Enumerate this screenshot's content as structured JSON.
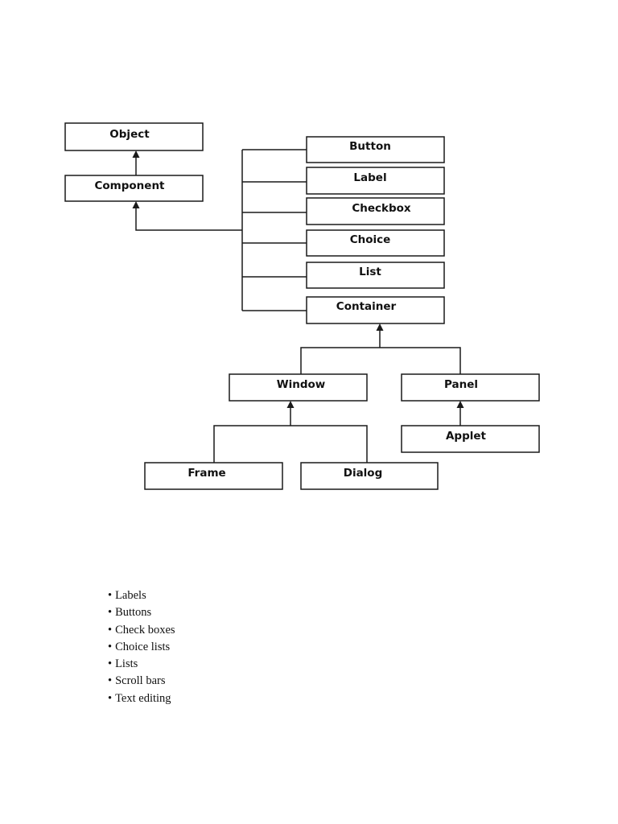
{
  "diagram": {
    "nodes": {
      "object": "Object",
      "component": "Component",
      "button": "Button",
      "label": "Label",
      "checkbox": "Checkbox",
      "choice": "Choice",
      "list": "List",
      "container": "Container",
      "window": "Window",
      "panel": "Panel",
      "applet": "Applet",
      "frame": "Frame",
      "dialog": "Dialog"
    }
  },
  "bullets": {
    "marker": "•",
    "items": [
      "Labels",
      "Buttons",
      "Check boxes",
      "Choice lists",
      "Lists",
      "Scroll bars",
      "Text editing"
    ]
  }
}
